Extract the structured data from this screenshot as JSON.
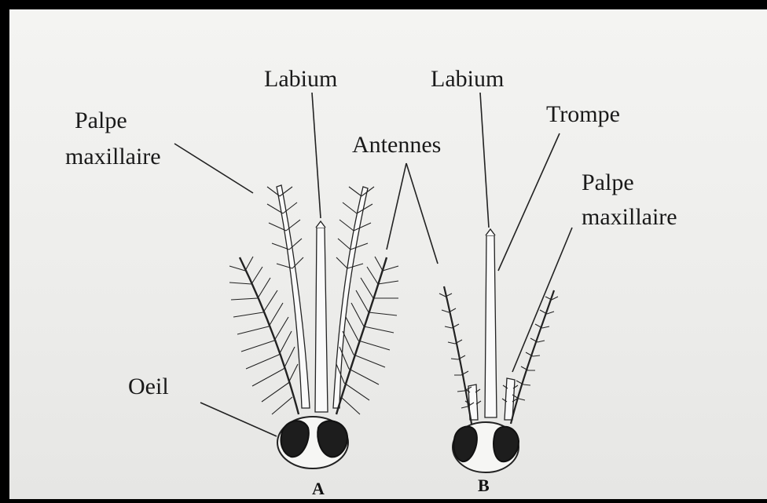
{
  "labels": {
    "labium_a": "Labium",
    "labium_b": "Labium",
    "palpe_a_line1": "Palpe",
    "palpe_a_line2": "maxillaire",
    "antennes": "Antennes",
    "trompe": "Trompe",
    "palpe_b_line1": "Palpe",
    "palpe_b_line2": "maxillaire",
    "oeil": "Oeil",
    "figure_a": "A",
    "figure_b": "B"
  },
  "colors": {
    "frame": "#000000",
    "paper": "#f0f0ee",
    "ink": "#1a1a1a"
  }
}
